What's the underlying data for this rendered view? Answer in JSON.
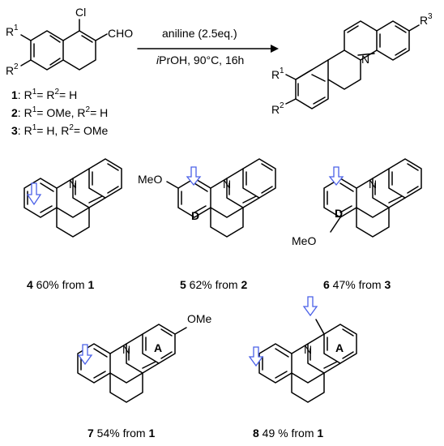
{
  "reagent": {
    "cl": "Cl",
    "cho": "CHO",
    "r1": "R",
    "r1_sup": "1",
    "r2": "R",
    "r2_sup": "2"
  },
  "conditions": {
    "line1": "aniline (2.5eq.)",
    "line2_italic": "i",
    "line2_rest": "PrOH, 90°C, 16h"
  },
  "product": {
    "r1": "R",
    "r1_sup": "1",
    "r2": "R",
    "r2_sup": "2",
    "r3": "R",
    "r3_sup": "3",
    "n": "N"
  },
  "substrates": [
    {
      "num": "1",
      "text": ": R",
      "s1": "1",
      "mid": "= R",
      "s2": "2",
      "end": "= H"
    },
    {
      "num": "2",
      "text": ": R",
      "s1": "1",
      "mid": "= OMe, R",
      "s2": "2",
      "end": "= H"
    },
    {
      "num": "3",
      "text": ": R",
      "s1": "1",
      "mid": "= H, R",
      "s2": "2",
      "end": "= OMe"
    }
  ],
  "compounds": [
    {
      "num": "4",
      "yield": " 60% from ",
      "src": "1"
    },
    {
      "num": "5",
      "yield": " 62% from ",
      "src": "2",
      "ring": "D",
      "sub": "MeO"
    },
    {
      "num": "6",
      "yield": " 47% from ",
      "src": "3",
      "ring": "D",
      "sub": "MeO"
    },
    {
      "num": "7",
      "yield": " 54% from ",
      "src": "1",
      "ring": "A",
      "sub": "OMe"
    },
    {
      "num": "8",
      "yield": " 49 % from ",
      "src": "1",
      "ring": "A"
    }
  ],
  "colors": {
    "arrow_outline": "#4a60e8",
    "bond": "#000000"
  }
}
